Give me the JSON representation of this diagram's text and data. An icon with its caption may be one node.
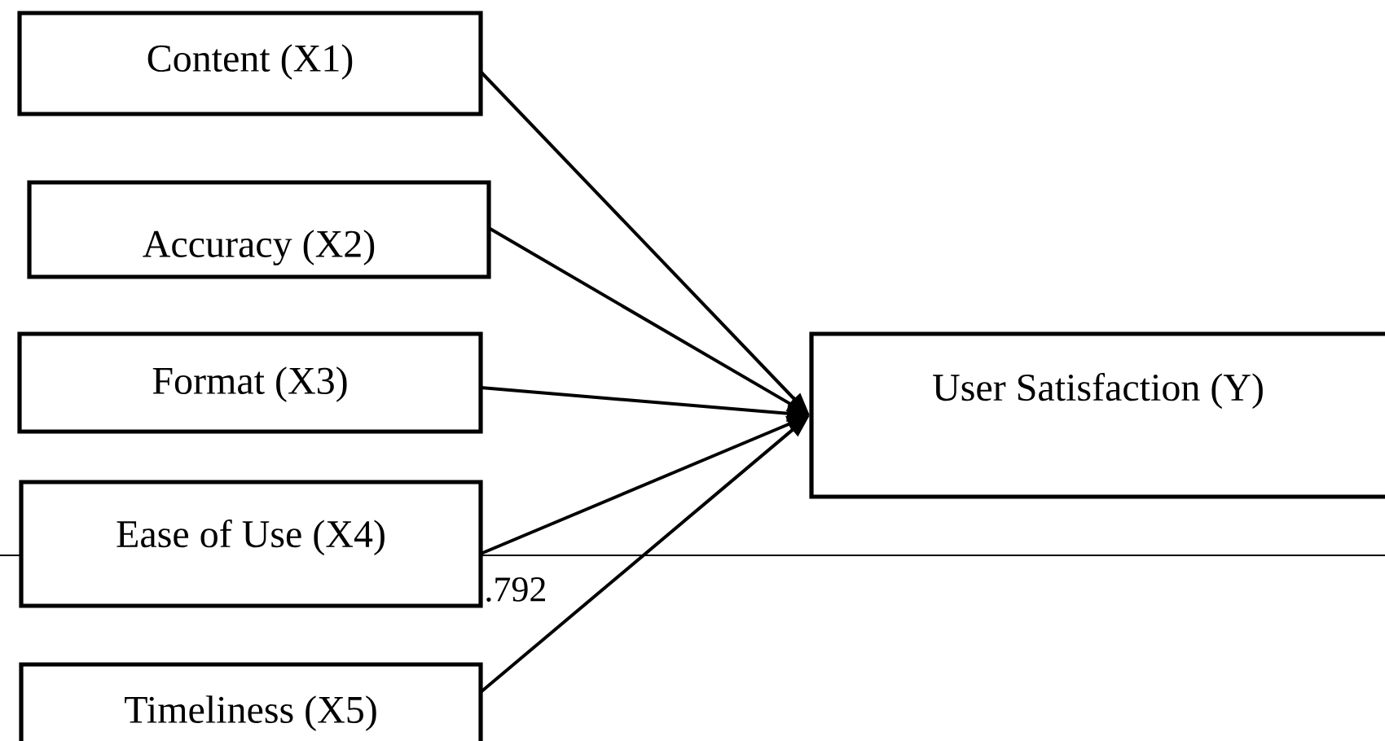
{
  "diagram": {
    "nodes": [
      {
        "text": [
          "Content (X1)"
        ]
      },
      {
        "text": [
          "Accuracy (X2)"
        ]
      },
      {
        "text": [
          "Format (X3)"
        ]
      },
      {
        "text": [
          "Ease of Use (X4)"
        ]
      },
      {
        "text": [
          "Timeliness (X5)"
        ]
      },
      {
        "text": [
          "User Satisfaction  (Y)"
        ]
      }
    ],
    "edges": [
      {
        "from": 0,
        "to": 5,
        "arrow": "to"
      },
      {
        "from": 1,
        "to": 5,
        "arrow": "to"
      },
      {
        "from": 2,
        "to": 5,
        "arrow": "to"
      },
      {
        "from": 3,
        "to": 5,
        "arrow": "to"
      },
      {
        "from": 4,
        "to": 5,
        "arrow": "to"
      }
    ],
    "labels": [
      ".792"
    ]
  }
}
